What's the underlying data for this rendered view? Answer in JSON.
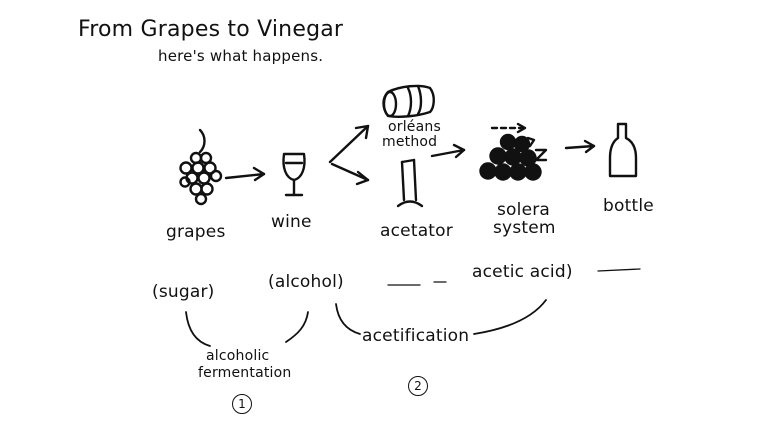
{
  "title": "From Grapes to Vinegar",
  "subtitle": "here's what happens.",
  "stages": {
    "grapes": "grapes",
    "wine": "wine",
    "orleans_line1": "orléans",
    "orleans_line2": "method",
    "acetator": "acetator",
    "solera_line1": "solera",
    "solera_line2": "system",
    "bottle": "bottle"
  },
  "substances": {
    "sugar": "(sugar)",
    "alcohol": "(alcohol)",
    "acetic_acid": "acetic acid)"
  },
  "processes": {
    "fermentation_line1": "alcoholic",
    "fermentation_line2": "fermentation",
    "fermentation_step": "1",
    "acetification": "acetification",
    "acetification_step": "2"
  }
}
